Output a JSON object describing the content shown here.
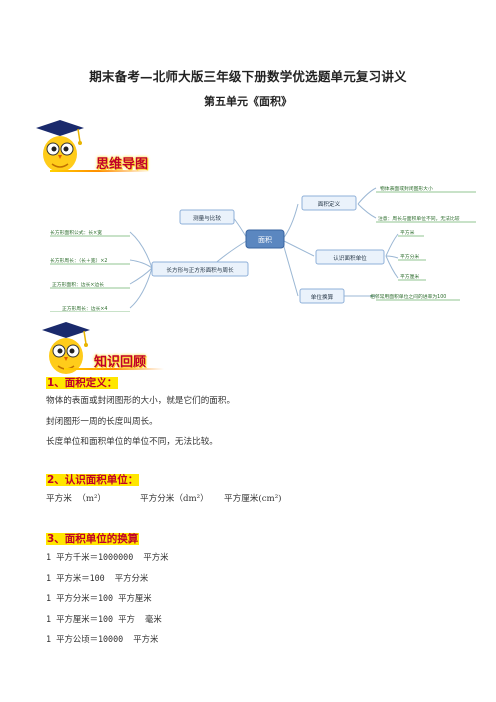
{
  "header": {
    "title": "期末备考—北师大版三年级下册数学优选题单元复习讲义",
    "subtitle": "第五单元《面积》"
  },
  "section_mindmap": {
    "label": "思维导图"
  },
  "mindmap": {
    "center": "面积",
    "branches": [
      {
        "label": "面积定义",
        "leaves": [
          "物体表面或封闭图形大小",
          "注意：周长与面积单位不同，无法比较"
        ]
      },
      {
        "label": "认识面积单位",
        "leaves": [
          "平方米",
          "平方分米",
          "平方厘米"
        ]
      },
      {
        "label": "单位换算",
        "leaves": [
          "相邻常用面积单位之间的进率为100"
        ]
      },
      {
        "label": "测量与比较",
        "leaves": []
      },
      {
        "label": "长方形与正方形面积与周长",
        "leaves": [
          "长方形面积公式：长×宽",
          "长方形周长：（长＋宽）×2",
          "正方形面积：边长×边长",
          "正方形周长：边长×4"
        ]
      }
    ]
  },
  "section_review": {
    "label": "知识回顾"
  },
  "sections": [
    {
      "heading": "1、面积定义：",
      "lines": [
        "物体的表面或封闭图形的大小，就是它们的面积。",
        "封闭图形一周的长度叫周长。",
        "长度单位和面积单位的单位不同，无法比较。"
      ]
    },
    {
      "heading": "2、认识面积单位：",
      "units": [
        "平方米  （m²）",
        "平方分米（dm²）",
        "平方厘米(cm²)"
      ]
    },
    {
      "heading": "3、面积单位的换算",
      "lines": [
        "1 平方千米＝1000000  平方米",
        "1 平方米＝100  平方分米",
        "1 平方分米＝100 平方厘米",
        "1 平方厘米＝100 平方  毫米",
        "1 平方公顷＝10000  平方米"
      ]
    }
  ]
}
